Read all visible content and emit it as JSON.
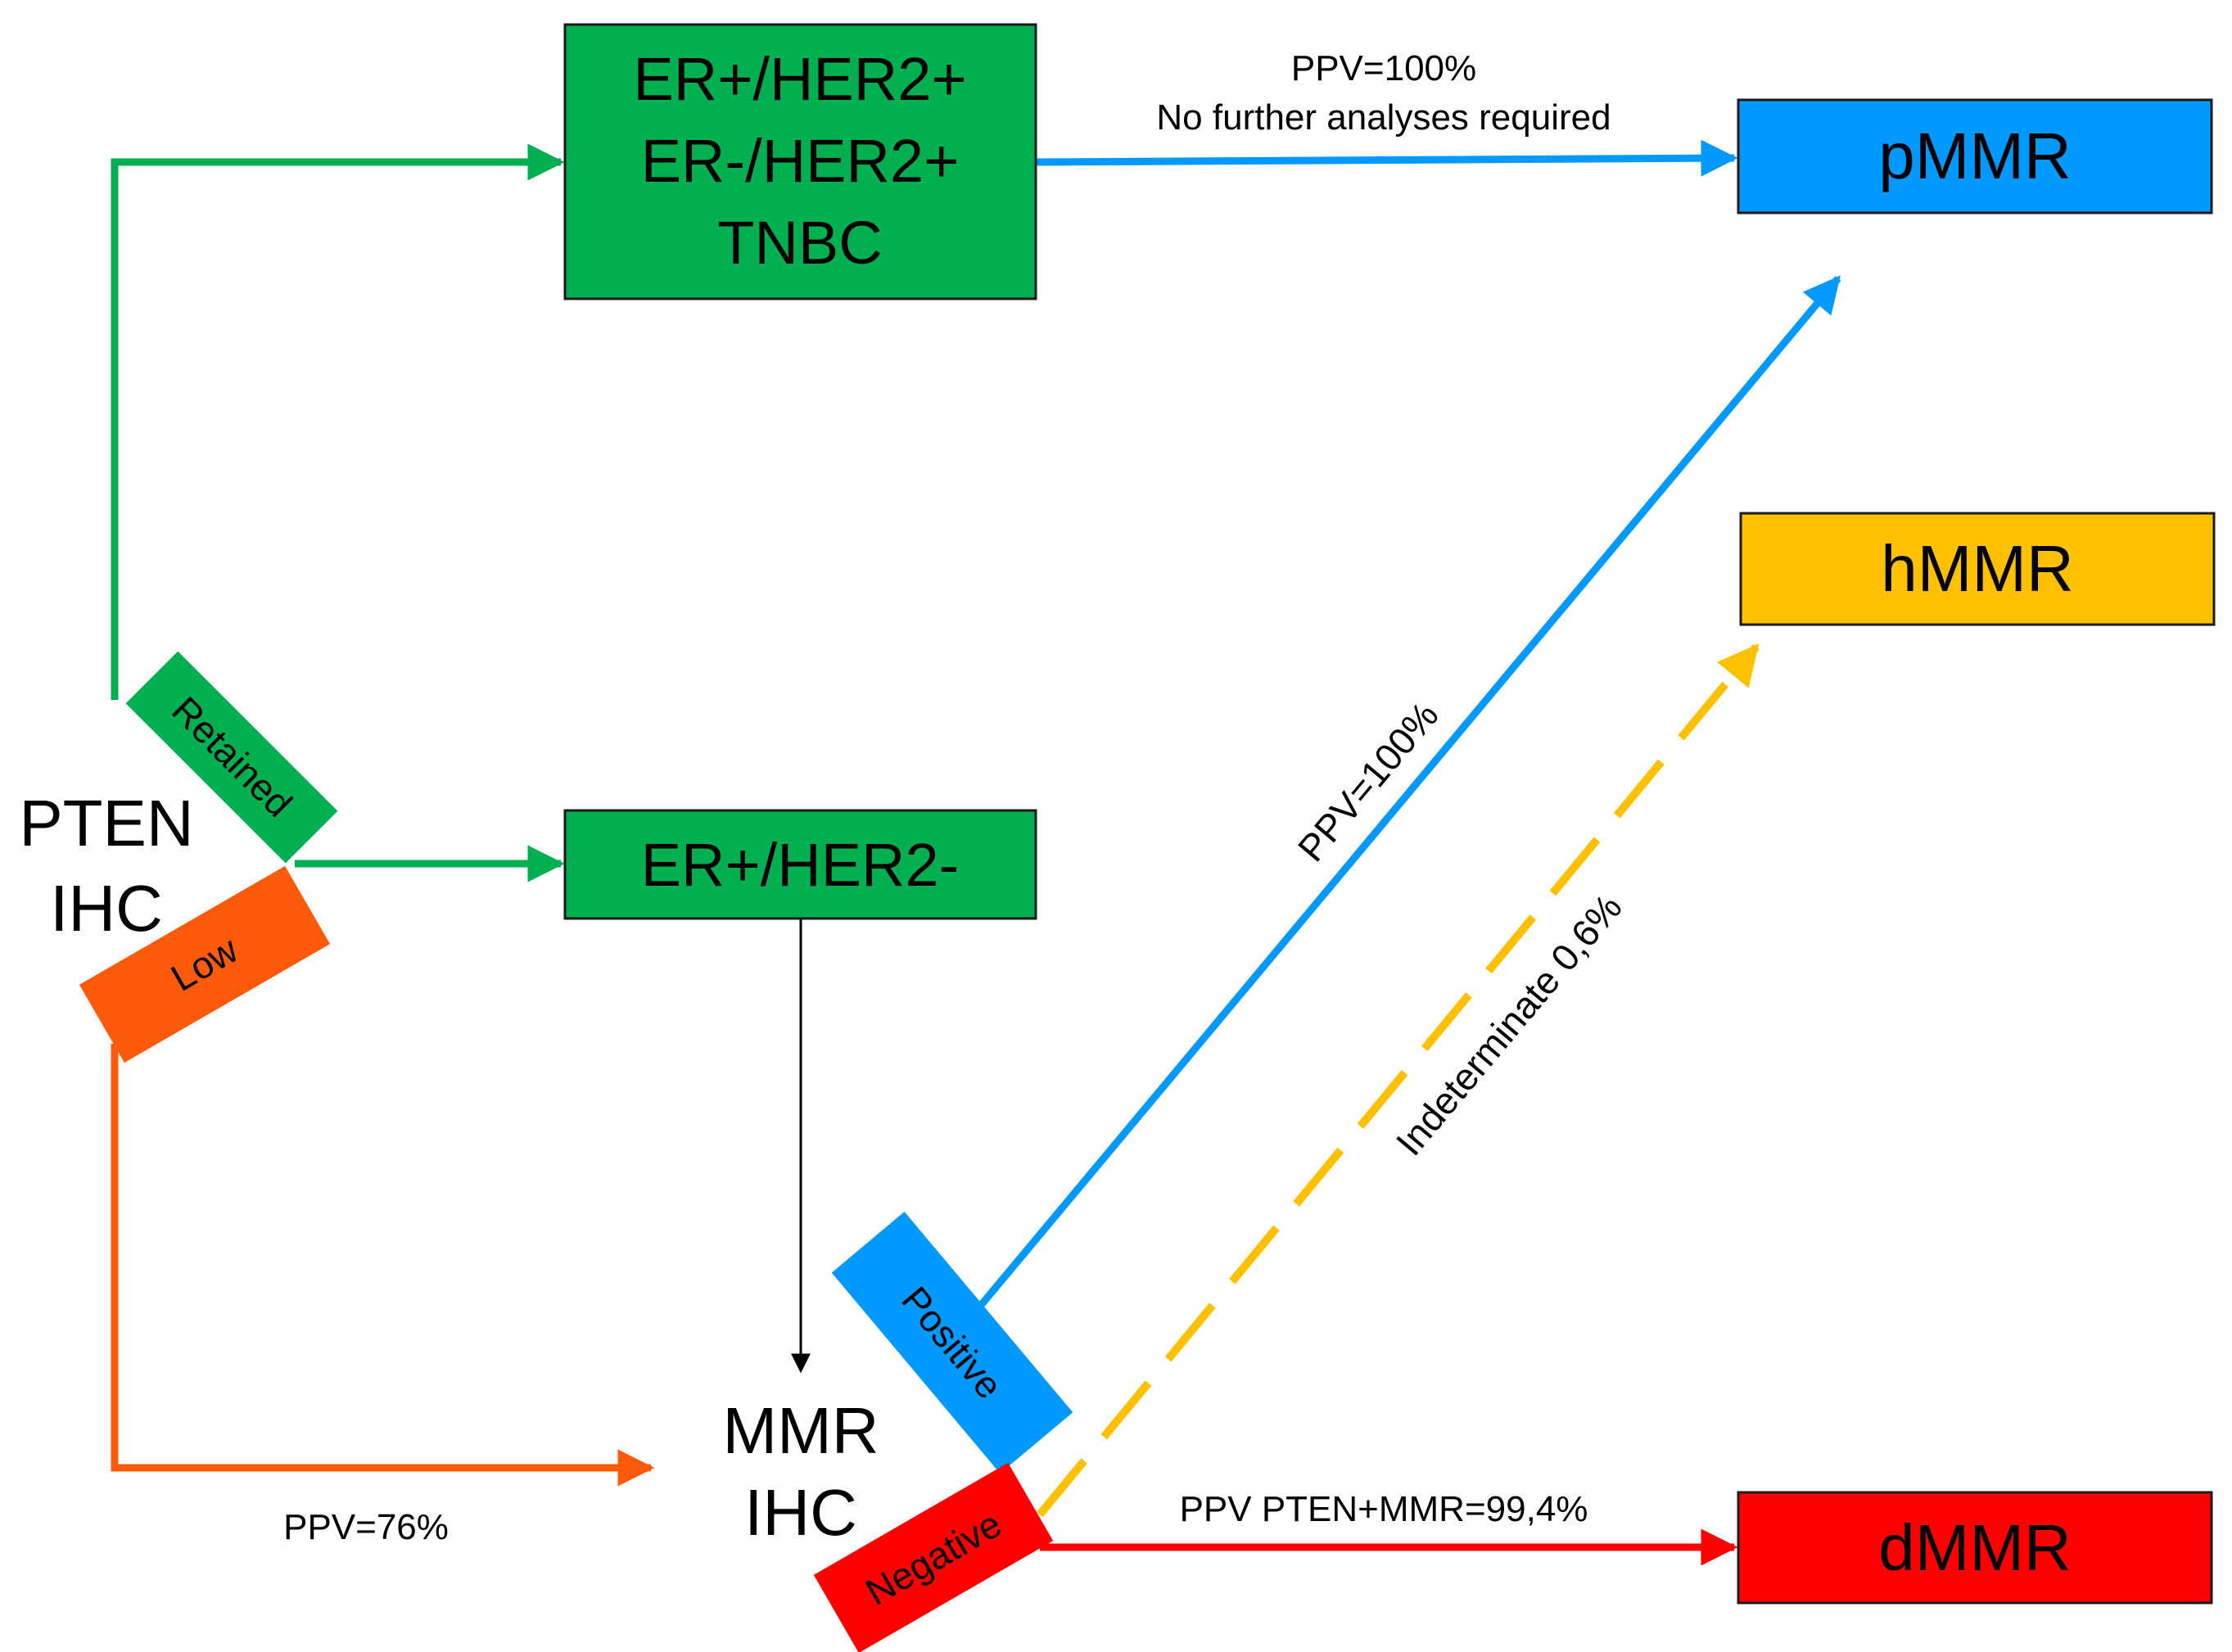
{
  "nodes": {
    "top_group": {
      "lines": [
        "ER+/HER2+",
        "ER-/HER2+",
        "TNBC"
      ],
      "color": "#00b050"
    },
    "er_her2_neg": {
      "label": "ER+/HER2-",
      "color": "#00b050"
    },
    "pten_ihc": {
      "lines": [
        "PTEN",
        "IHC"
      ]
    },
    "mmr_ihc": {
      "lines": [
        "MMR",
        "IHC"
      ]
    },
    "pmmr": {
      "label": "pMMR",
      "color": "#0099ff"
    },
    "hmmr": {
      "label": "hMMR",
      "color": "#ffc000"
    },
    "dmmr": {
      "label": "dMMR",
      "color": "#ff0000"
    }
  },
  "tags": {
    "retained": {
      "label": "Retained",
      "color": "#00b050"
    },
    "low": {
      "label": "Low",
      "color": "#ff5a0a"
    },
    "positive": {
      "label": "Positive",
      "color": "#0099ff"
    },
    "negative": {
      "label": "Negative",
      "color": "#ff0000"
    }
  },
  "edge_labels": {
    "top_ppv": "PPV=100%",
    "top_note": "No further analyses required",
    "positive_ppv": "PPV=100%",
    "indeterminate": "Indeterminate 0,6%",
    "low_ppv": "PPV=76%",
    "negative_ppv": "PPV PTEN+MMR=99,4%"
  },
  "colors": {
    "green": "#00b050",
    "blue": "#0099ff",
    "orange": "#ff5a0a",
    "yellow": "#ffc000",
    "red": "#ff0000",
    "black": "#000000"
  }
}
